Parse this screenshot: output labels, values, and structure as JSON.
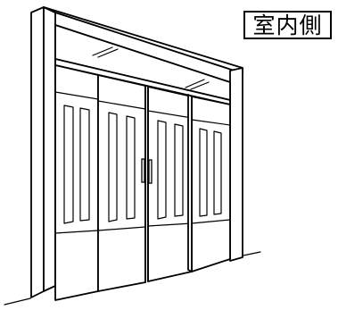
{
  "diagram": {
    "side_label": "室内側",
    "colors": {
      "line": "#000000",
      "background": "#ffffff"
    },
    "components": {
      "frame": "outer-door-frame",
      "transom": "transom-glass",
      "panels": [
        "left-outer-panel",
        "left-inner-panel",
        "right-inner-panel",
        "right-outer-panel"
      ],
      "handle": "center-door-handle"
    }
  }
}
